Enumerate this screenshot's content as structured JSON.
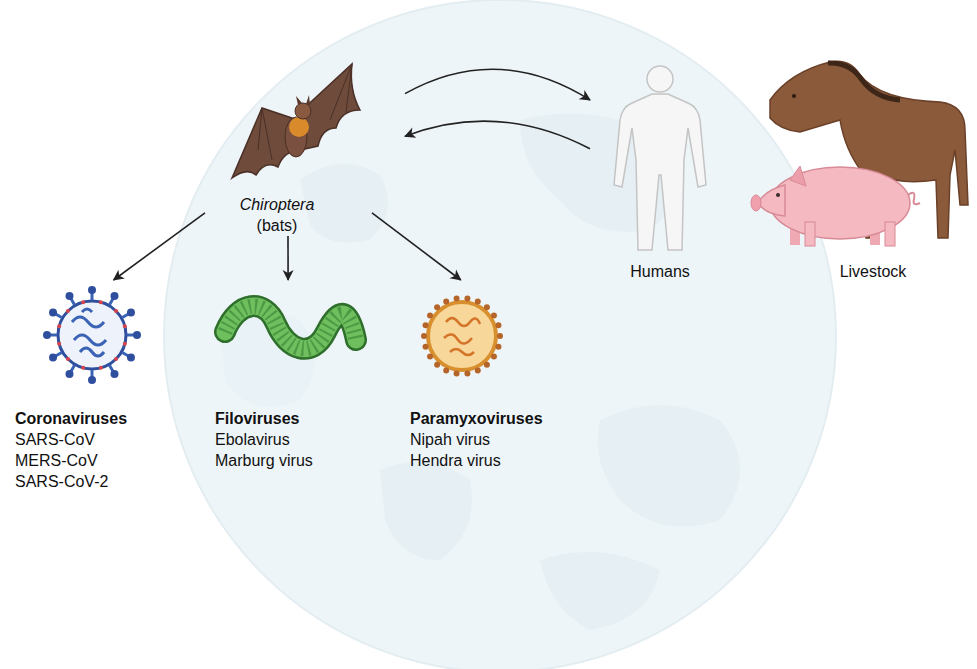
{
  "diagram": {
    "nodes": [
      {
        "text": [
          "Chiroptera",
          "(bats)"
        ]
      },
      {
        "text": [
          "Humans"
        ]
      },
      {
        "text": [
          "Livestock"
        ]
      },
      {
        "text": [
          "Coronaviruses",
          "SARS-CoV",
          "MERS-CoV",
          "SARS-CoV-2"
        ]
      },
      {
        "text": [
          "Filoviruses",
          "Ebolavirus",
          "Marburg virus"
        ]
      },
      {
        "text": [
          "Paramyxoviruses",
          "Nipah virus",
          "Hendra virus"
        ]
      }
    ],
    "edges": [
      {
        "from": 0,
        "to": 1,
        "arrow": "to"
      },
      {
        "from": 1,
        "to": 0,
        "arrow": "to"
      },
      {
        "from": 0,
        "to": 3,
        "arrow": "to"
      },
      {
        "from": 0,
        "to": 4,
        "arrow": "to"
      },
      {
        "from": 0,
        "to": 5,
        "arrow": "to"
      }
    ]
  }
}
